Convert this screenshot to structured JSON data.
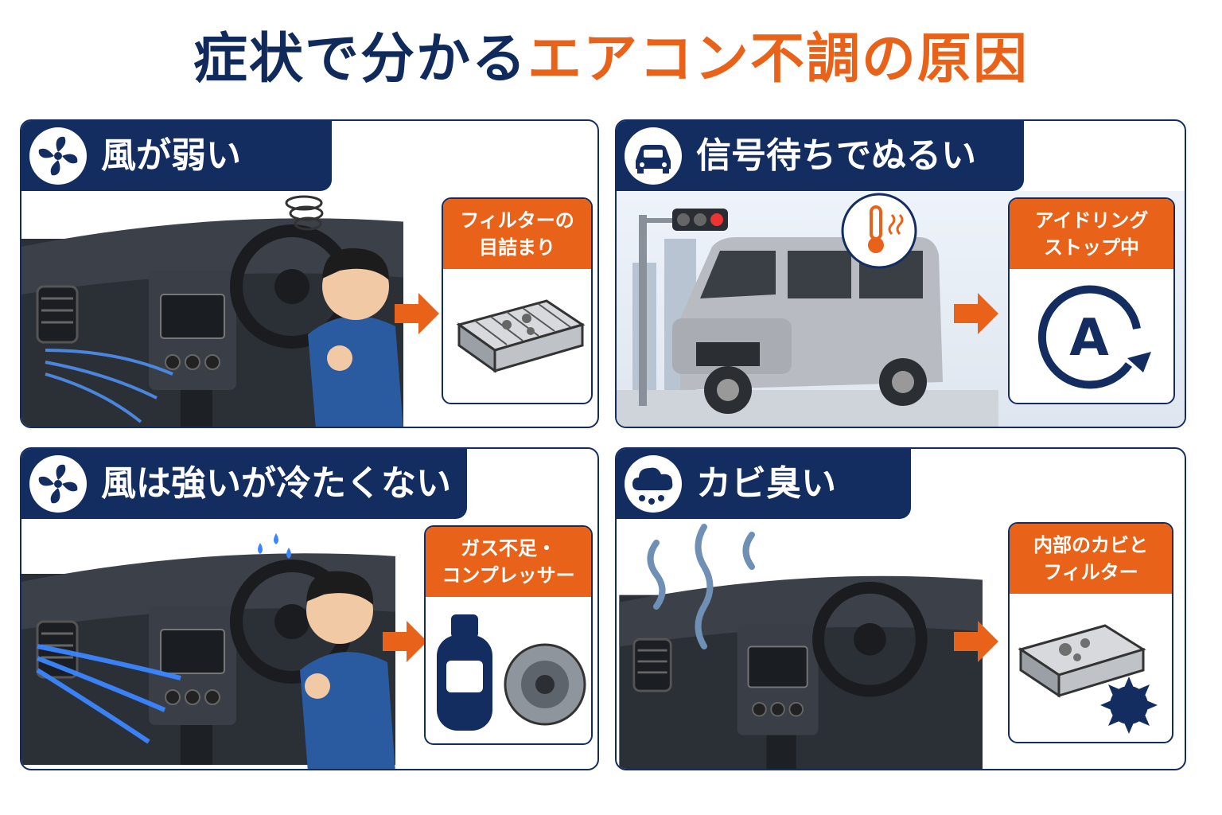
{
  "title": {
    "part1": "症状で分かる",
    "part2": "エアコン不調の原因"
  },
  "colors": {
    "navy": "#142d60",
    "orange": "#e8621a",
    "airflow": "#3a7bd5"
  },
  "panels": [
    {
      "heading": "風が弱い",
      "icon": "fan-icon",
      "cause": "フィルターの\n目詰まり",
      "cause_icon": "cabin-filter-icon"
    },
    {
      "heading": "信号待ちでぬるい",
      "icon": "car-icon",
      "cause": "アイドリング\nストップ中",
      "cause_icon": "auto-stop-icon"
    },
    {
      "heading": "風は強いが冷たくない",
      "icon": "fan-icon",
      "cause": "ガス不足・\nコンプレッサー",
      "cause_icon": "gas-cylinder-and-compressor-icon"
    },
    {
      "heading": "カビ臭い",
      "icon": "mold-cloud-icon",
      "cause": "内部のカビと\nフィルター",
      "cause_icon": "moldy-filter-icon"
    }
  ]
}
